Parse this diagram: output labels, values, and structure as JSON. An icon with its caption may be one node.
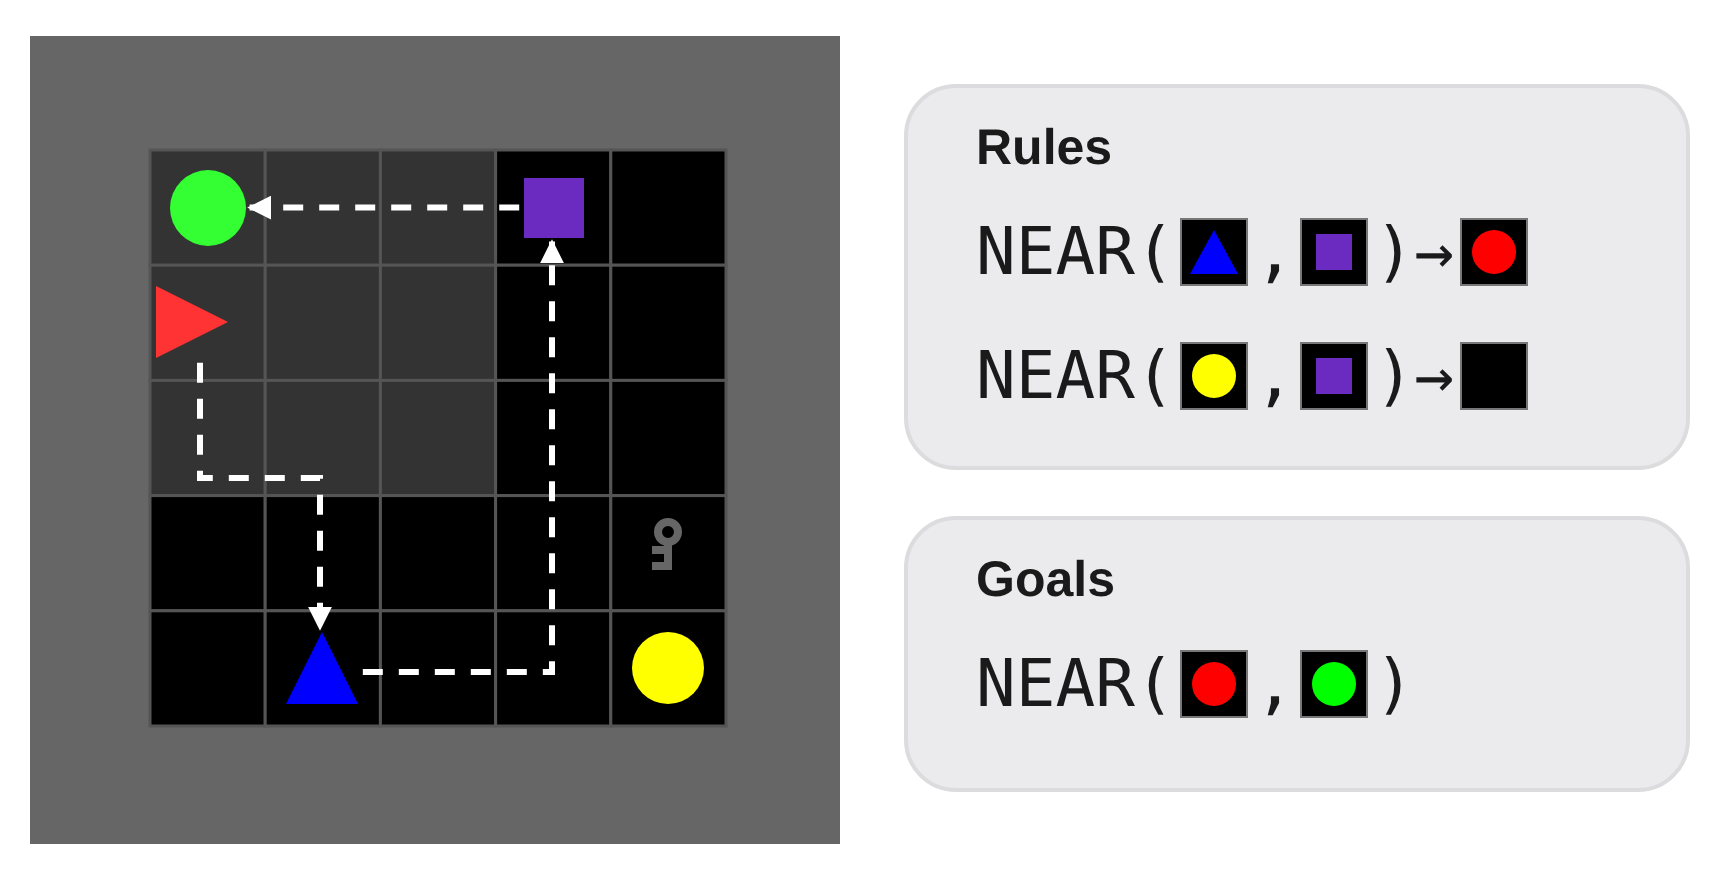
{
  "diagram": {
    "nodes": [
      {
        "text": [],
        "shape": "circle"
      },
      {
        "text": [],
        "shape": "box"
      },
      {
        "text": [],
        "shape": "triangle"
      },
      {
        "text": [],
        "shape": "key"
      },
      {
        "text": [],
        "shape": "triangle"
      },
      {
        "text": [],
        "shape": "circle"
      },
      {
        "text": [
          "Rules"
        ]
      },
      {
        "text": [
          "Goals"
        ]
      }
    ],
    "edges": [
      {
        "from": 2,
        "to": 4,
        "arrow": "to",
        "style": "dashed"
      },
      {
        "from": 4,
        "to": 1,
        "arrow": "to",
        "style": "dashed"
      },
      {
        "from": 1,
        "to": 0,
        "arrow": "to",
        "style": "dashed"
      }
    ],
    "labels": [
      "NEAR(",
      ",",
      ")→",
      "NEAR(",
      ",",
      ")→",
      "NEAR(",
      ",",
      ")"
    ]
  }
}
